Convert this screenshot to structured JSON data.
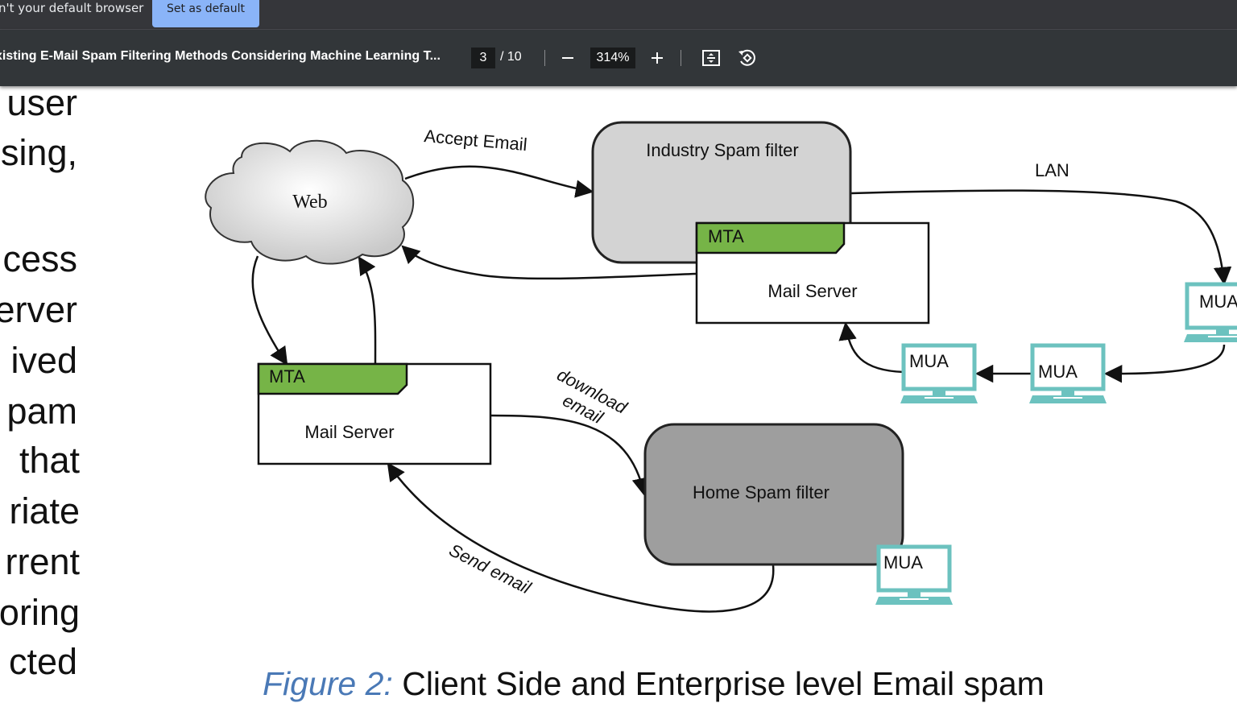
{
  "notification": {
    "text": "n't your default browser",
    "button_label": "Set as default"
  },
  "toolbar": {
    "title": "xisting E-Mail Spam Filtering Methods Considering Machine Learning T...",
    "current_page": "3",
    "total_pages": "/ 10",
    "zoom": "314%",
    "icons": [
      "zoom-out-icon",
      "zoom-in-icon",
      "fit-page-icon",
      "rotate-icon"
    ]
  },
  "body_text": {
    "lines": [
      "user",
      "sing,",
      "",
      "cess",
      "erver",
      "ived",
      "pam",
      "that",
      "riate",
      "rrent",
      "oring",
      "cted"
    ]
  },
  "diagram": {
    "nodes": {
      "web": "Web",
      "industry_filter": "Industry Spam filter",
      "home_filter": "Home Spam filter",
      "mta_top": "MTA",
      "mail_server_top": "Mail Server",
      "mta_left": "MTA",
      "mail_server_left": "Mail Server",
      "mua_right": "MUA",
      "mua_mid1": "MUA",
      "mua_mid2": "MUA",
      "mua_home": "MUA"
    },
    "edges": {
      "accept_email": "Accept Email",
      "lan": "LAN",
      "download_email_1": "download",
      "download_email_2": "email",
      "send_email": "Send email"
    },
    "colors": {
      "mta_green": "#76b447",
      "industry_gray": "#d3d3d3",
      "home_gray": "#9e9e9e",
      "mua_teal": "#6cc2bf"
    }
  },
  "caption": {
    "lead": "Figure 2:",
    "text": " Client Side and Enterprise level Email spam"
  }
}
